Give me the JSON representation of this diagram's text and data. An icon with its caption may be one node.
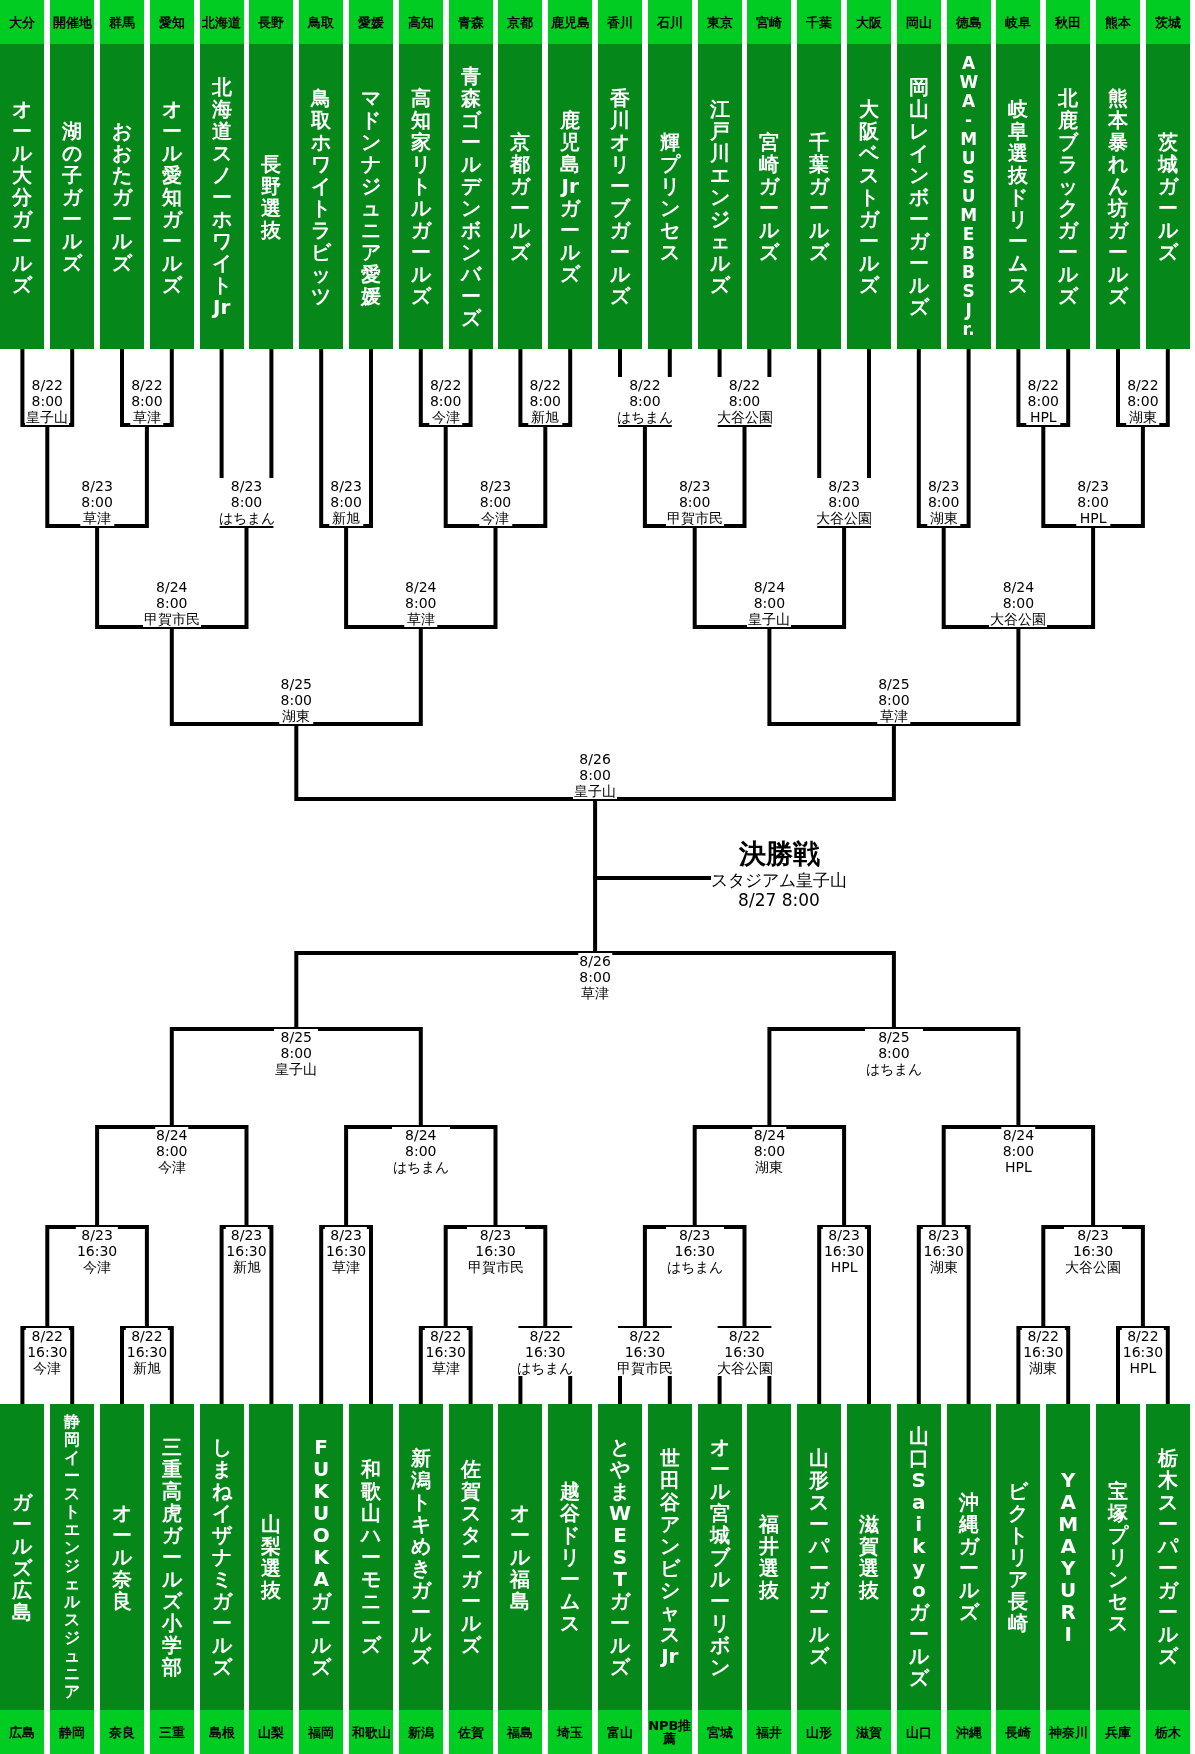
{
  "diagram": {
    "nodes": [
      {
        "text": [
          "大分",
          "オール大分ガールズ"
        ]
      },
      {
        "text": [
          "開催地",
          "湖の子ガールズ"
        ]
      },
      {
        "text": [
          "群馬",
          "おおたガールズ"
        ]
      },
      {
        "text": [
          "愛知",
          "オール愛知ガールズ"
        ]
      },
      {
        "text": [
          "北海道",
          "北海道スノーホワイトJr"
        ]
      },
      {
        "text": [
          "長野",
          "長野選抜"
        ]
      },
      {
        "text": [
          "鳥取",
          "鳥取ホワイトラビッツ"
        ]
      },
      {
        "text": [
          "愛媛",
          "マドンナジュニア愛媛"
        ]
      },
      {
        "text": [
          "高知",
          "高知家リトルガールズ"
        ]
      },
      {
        "text": [
          "青森",
          "青森ゴールデンボンバーズ"
        ]
      },
      {
        "text": [
          "京都",
          "京都ガールズ"
        ]
      },
      {
        "text": [
          "鹿児島",
          "鹿児島Jrガールズ"
        ]
      },
      {
        "text": [
          "香川",
          "香川オリーブガールズ"
        ]
      },
      {
        "text": [
          "石川",
          "輝プリンセス"
        ]
      },
      {
        "text": [
          "東京",
          "江戸川エンジェルズ"
        ]
      },
      {
        "text": [
          "宮崎",
          "宮崎ガールズ"
        ]
      },
      {
        "text": [
          "千葉",
          "千葉ガールズ"
        ]
      },
      {
        "text": [
          "大阪",
          "大阪ベストガールズ"
        ]
      },
      {
        "text": [
          "岡山",
          "岡山レインボーガールズ"
        ]
      },
      {
        "text": [
          "徳島",
          "AWA-MUSUME BBS Jr."
        ]
      },
      {
        "text": [
          "岐阜",
          "岐阜選抜ドリームス"
        ]
      },
      {
        "text": [
          "秋田",
          "北鹿ブラックガールズ"
        ]
      },
      {
        "text": [
          "熊本",
          "熊本暴れん坊ガールズ"
        ]
      },
      {
        "text": [
          "茨城",
          "茨城ガールズ"
        ]
      },
      {
        "text": [
          "8/22 8:00 皇子山"
        ]
      },
      {
        "text": [
          "8/22 8:00 草津"
        ]
      },
      {
        "text": [
          "8/22 8:00 今津"
        ]
      },
      {
        "text": [
          "8/22 8:00 新旭"
        ]
      },
      {
        "text": [
          "8/22 8:00 はちまん"
        ]
      },
      {
        "text": [
          "8/22 8:00 大谷公園"
        ]
      },
      {
        "text": [
          "8/22 8:00 HPL"
        ]
      },
      {
        "text": [
          "8/22 8:00 湖東"
        ]
      },
      {
        "text": [
          "8/23 8:00 草津"
        ]
      },
      {
        "text": [
          "8/23 8:00 はちまん"
        ]
      },
      {
        "text": [
          "8/23 8:00 新旭"
        ]
      },
      {
        "text": [
          "8/23 8:00 今津"
        ]
      },
      {
        "text": [
          "8/23 8:00 甲賀市民"
        ]
      },
      {
        "text": [
          "8/23 8:00 大谷公園"
        ]
      },
      {
        "text": [
          "8/23 8:00 湖東"
        ]
      },
      {
        "text": [
          "8/23 8:00 HPL"
        ]
      },
      {
        "text": [
          "8/24 8:00 甲賀市民"
        ]
      },
      {
        "text": [
          "8/24 8:00 草津"
        ]
      },
      {
        "text": [
          "8/24 8:00 皇子山"
        ]
      },
      {
        "text": [
          "8/24 8:00 大谷公園"
        ]
      },
      {
        "text": [
          "8/25 8:00 湖東"
        ]
      },
      {
        "text": [
          "8/25 8:00 草津"
        ]
      },
      {
        "text": [
          "8/26 8:00 皇子山"
        ]
      },
      {
        "text": [
          "決勝戦",
          "スタジアム皇子山",
          "8/27 8:00"
        ]
      },
      {
        "text": [
          "8/26 8:00 草津"
        ]
      },
      {
        "text": [
          "8/25 8:00 皇子山"
        ]
      },
      {
        "text": [
          "8/25 8:00 はちまん"
        ]
      },
      {
        "text": [
          "8/24 8:00 今津"
        ]
      },
      {
        "text": [
          "8/24 8:00 はちまん"
        ]
      },
      {
        "text": [
          "8/24 8:00 湖東"
        ]
      },
      {
        "text": [
          "8/24 8:00 HPL"
        ]
      },
      {
        "text": [
          "8/23 16:30 今津"
        ]
      },
      {
        "text": [
          "8/23 16:30 新旭"
        ]
      },
      {
        "text": [
          "8/23 16:30 草津"
        ]
      },
      {
        "text": [
          "8/23 16:30 甲賀市民"
        ]
      },
      {
        "text": [
          "8/23 16:30 はちまん"
        ]
      },
      {
        "text": [
          "8/23 16:30 HPL"
        ]
      },
      {
        "text": [
          "8/23 16:30 湖東"
        ]
      },
      {
        "text": [
          "8/23 16:30 大谷公園"
        ]
      },
      {
        "text": [
          "8/22 16:30 今津"
        ]
      },
      {
        "text": [
          "8/22 16:30 新旭"
        ]
      },
      {
        "text": [
          "8/22 16:30 草津"
        ]
      },
      {
        "text": [
          "8/22 16:30 はちまん"
        ]
      },
      {
        "text": [
          "8/22 16:30 甲賀市民"
        ]
      },
      {
        "text": [
          "8/22 16:30 大谷公園"
        ]
      },
      {
        "text": [
          "8/22 16:30 湖東"
        ]
      },
      {
        "text": [
          "8/22 16:30 HPL"
        ]
      },
      {
        "text": [
          "ガールズ広島",
          "広島"
        ]
      },
      {
        "text": [
          "静岡イーストエンジェルスジュニア",
          "静岡"
        ]
      },
      {
        "text": [
          "オール奈良",
          "奈良"
        ]
      },
      {
        "text": [
          "三重高虎ガールズ小学部",
          "三重"
        ]
      },
      {
        "text": [
          "しまねイザナミガールズ",
          "島根"
        ]
      },
      {
        "text": [
          "山梨選抜",
          "山梨"
        ]
      },
      {
        "text": [
          "FUKUOKAガールズ",
          "福岡"
        ]
      },
      {
        "text": [
          "和歌山ハーモニーズ",
          "和歌山"
        ]
      },
      {
        "text": [
          "新潟トキめきガールズ",
          "新潟"
        ]
      },
      {
        "text": [
          "佐賀スターガールズ",
          "佐賀"
        ]
      },
      {
        "text": [
          "オール福島",
          "福島"
        ]
      },
      {
        "text": [
          "越谷ドリームス",
          "埼玉"
        ]
      },
      {
        "text": [
          "とやまWESTガールズ",
          "富山"
        ]
      },
      {
        "text": [
          "世田谷アンビシャスJr",
          "NPB推薦"
        ]
      },
      {
        "text": [
          "オール宮城ブルーリボン",
          "宮城"
        ]
      },
      {
        "text": [
          "福井選抜",
          "福井"
        ]
      },
      {
        "text": [
          "山形スーパーガールズ",
          "山形"
        ]
      },
      {
        "text": [
          "滋賀選抜",
          "滋賀"
        ]
      },
      {
        "text": [
          "山口Saikyoガールズ",
          "山口"
        ]
      },
      {
        "text": [
          "沖縄ガールズ",
          "沖縄"
        ]
      },
      {
        "text": [
          "ビクトリア長崎",
          "長崎"
        ]
      },
      {
        "text": [
          "YAMAYURI",
          "神奈川"
        ]
      },
      {
        "text": [
          "宝塚プリンセス",
          "兵庫"
        ]
      },
      {
        "text": [
          "栃木スーパーガールズ",
          "栃木"
        ]
      }
    ],
    "edges": [
      {
        "from": 0,
        "to": 24,
        "arrow": "none"
      },
      {
        "from": 1,
        "to": 24,
        "arrow": "none"
      },
      {
        "from": 2,
        "to": 25,
        "arrow": "none"
      },
      {
        "from": 3,
        "to": 25,
        "arrow": "none"
      },
      {
        "from": 8,
        "to": 26,
        "arrow": "none"
      },
      {
        "from": 9,
        "to": 26,
        "arrow": "none"
      },
      {
        "from": 10,
        "to": 27,
        "arrow": "none"
      },
      {
        "from": 11,
        "to": 27,
        "arrow": "none"
      },
      {
        "from": 12,
        "to": 28,
        "arrow": "none"
      },
      {
        "from": 13,
        "to": 28,
        "arrow": "none"
      },
      {
        "from": 14,
        "to": 29,
        "arrow": "none"
      },
      {
        "from": 15,
        "to": 29,
        "arrow": "none"
      },
      {
        "from": 20,
        "to": 30,
        "arrow": "none"
      },
      {
        "from": 21,
        "to": 30,
        "arrow": "none"
      },
      {
        "from": 22,
        "to": 31,
        "arrow": "none"
      },
      {
        "from": 23,
        "to": 31,
        "arrow": "none"
      },
      {
        "from": 24,
        "to": 32,
        "arrow": "none"
      },
      {
        "from": 25,
        "to": 32,
        "arrow": "none"
      },
      {
        "from": 4,
        "to": 33,
        "arrow": "none"
      },
      {
        "from": 5,
        "to": 33,
        "arrow": "none"
      },
      {
        "from": 6,
        "to": 34,
        "arrow": "none"
      },
      {
        "from": 7,
        "to": 34,
        "arrow": "none"
      },
      {
        "from": 26,
        "to": 35,
        "arrow": "none"
      },
      {
        "from": 27,
        "to": 35,
        "arrow": "none"
      },
      {
        "from": 28,
        "to": 36,
        "arrow": "none"
      },
      {
        "from": 29,
        "to": 36,
        "arrow": "none"
      },
      {
        "from": 16,
        "to": 37,
        "arrow": "none"
      },
      {
        "from": 17,
        "to": 37,
        "arrow": "none"
      },
      {
        "from": 18,
        "to": 38,
        "arrow": "none"
      },
      {
        "from": 19,
        "to": 38,
        "arrow": "none"
      },
      {
        "from": 30,
        "to": 39,
        "arrow": "none"
      },
      {
        "from": 31,
        "to": 39,
        "arrow": "none"
      },
      {
        "from": 32,
        "to": 40,
        "arrow": "none"
      },
      {
        "from": 33,
        "to": 40,
        "arrow": "none"
      },
      {
        "from": 34,
        "to": 41,
        "arrow": "none"
      },
      {
        "from": 35,
        "to": 41,
        "arrow": "none"
      },
      {
        "from": 36,
        "to": 42,
        "arrow": "none"
      },
      {
        "from": 37,
        "to": 42,
        "arrow": "none"
      },
      {
        "from": 38,
        "to": 43,
        "arrow": "none"
      },
      {
        "from": 39,
        "to": 43,
        "arrow": "none"
      },
      {
        "from": 40,
        "to": 44,
        "arrow": "none"
      },
      {
        "from": 41,
        "to": 44,
        "arrow": "none"
      },
      {
        "from": 42,
        "to": 45,
        "arrow": "none"
      },
      {
        "from": 43,
        "to": 45,
        "arrow": "none"
      },
      {
        "from": 44,
        "to": 46,
        "arrow": "none"
      },
      {
        "from": 45,
        "to": 46,
        "arrow": "none"
      },
      {
        "from": 46,
        "to": 47,
        "arrow": "none"
      },
      {
        "from": 48,
        "to": 47,
        "arrow": "none"
      },
      {
        "from": 49,
        "to": 48,
        "arrow": "none"
      },
      {
        "from": 50,
        "to": 48,
        "arrow": "none"
      },
      {
        "from": 51,
        "to": 49,
        "arrow": "none"
      },
      {
        "from": 52,
        "to": 49,
        "arrow": "none"
      },
      {
        "from": 53,
        "to": 50,
        "arrow": "none"
      },
      {
        "from": 54,
        "to": 50,
        "arrow": "none"
      },
      {
        "from": 55,
        "to": 51,
        "arrow": "none"
      },
      {
        "from": 56,
        "to": 51,
        "arrow": "none"
      },
      {
        "from": 57,
        "to": 52,
        "arrow": "none"
      },
      {
        "from": 58,
        "to": 52,
        "arrow": "none"
      },
      {
        "from": 59,
        "to": 53,
        "arrow": "none"
      },
      {
        "from": 60,
        "to": 53,
        "arrow": "none"
      },
      {
        "from": 61,
        "to": 54,
        "arrow": "none"
      },
      {
        "from": 62,
        "to": 54,
        "arrow": "none"
      },
      {
        "from": 63,
        "to": 55,
        "arrow": "none"
      },
      {
        "from": 64,
        "to": 55,
        "arrow": "none"
      },
      {
        "from": 75,
        "to": 56,
        "arrow": "none"
      },
      {
        "from": 76,
        "to": 56,
        "arrow": "none"
      },
      {
        "from": 77,
        "to": 57,
        "arrow": "none"
      },
      {
        "from": 78,
        "to": 57,
        "arrow": "none"
      },
      {
        "from": 65,
        "to": 58,
        "arrow": "none"
      },
      {
        "from": 66,
        "to": 58,
        "arrow": "none"
      },
      {
        "from": 67,
        "to": 59,
        "arrow": "none"
      },
      {
        "from": 68,
        "to": 59,
        "arrow": "none"
      },
      {
        "from": 87,
        "to": 60,
        "arrow": "none"
      },
      {
        "from": 88,
        "to": 60,
        "arrow": "none"
      },
      {
        "from": 89,
        "to": 61,
        "arrow": "none"
      },
      {
        "from": 90,
        "to": 61,
        "arrow": "none"
      },
      {
        "from": 69,
        "to": 62,
        "arrow": "none"
      },
      {
        "from": 70,
        "to": 62,
        "arrow": "none"
      },
      {
        "from": 71,
        "to": 63,
        "arrow": "none"
      },
      {
        "from": 72,
        "to": 63,
        "arrow": "none"
      },
      {
        "from": 73,
        "to": 64,
        "arrow": "none"
      },
      {
        "from": 74,
        "to": 64,
        "arrow": "none"
      },
      {
        "from": 79,
        "to": 65,
        "arrow": "none"
      },
      {
        "from": 80,
        "to": 65,
        "arrow": "none"
      },
      {
        "from": 81,
        "to": 66,
        "arrow": "none"
      },
      {
        "from": 82,
        "to": 66,
        "arrow": "none"
      },
      {
        "from": 83,
        "to": 67,
        "arrow": "none"
      },
      {
        "from": 84,
        "to": 67,
        "arrow": "none"
      },
      {
        "from": 85,
        "to": 68,
        "arrow": "none"
      },
      {
        "from": 86,
        "to": 68,
        "arrow": "none"
      },
      {
        "from": 91,
        "to": 69,
        "arrow": "none"
      },
      {
        "from": 92,
        "to": 69,
        "arrow": "none"
      },
      {
        "from": 93,
        "to": 70,
        "arrow": "none"
      },
      {
        "from": 94,
        "to": 70,
        "arrow": "none"
      }
    ]
  }
}
